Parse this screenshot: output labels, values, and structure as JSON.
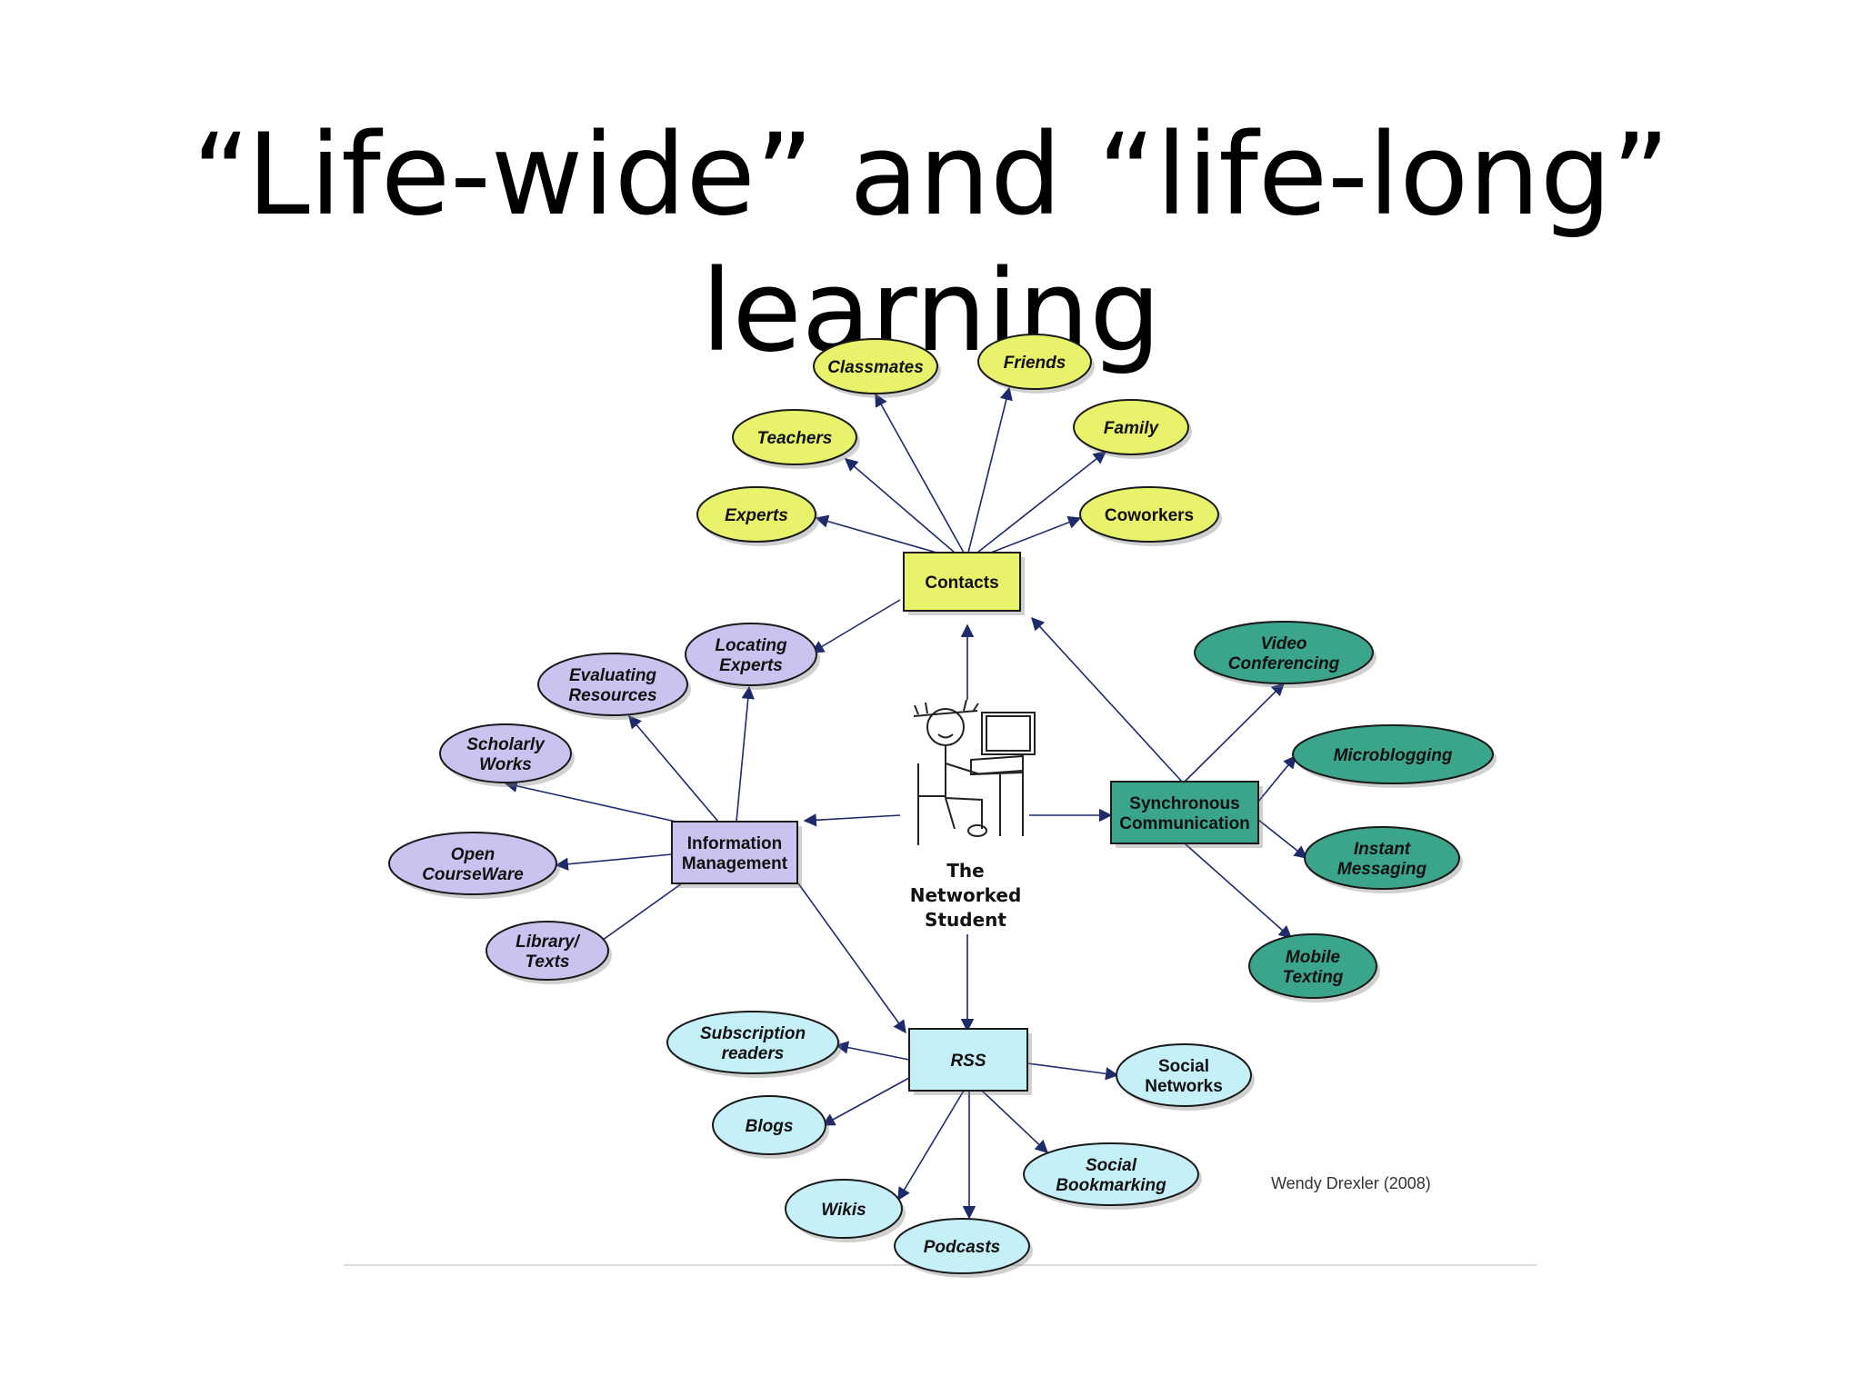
{
  "slide": {
    "title": "“Life-wide” and “life-long” learning"
  },
  "colors": {
    "contacts": "#e8f26b",
    "information": "#c9c4ef",
    "synchronous": "#3aa58a",
    "rss": "#c5f0f7",
    "edge": "#1f2a6b"
  },
  "diagram": {
    "center": {
      "line1": "The",
      "line2": "Networked",
      "line3": "Student"
    },
    "credit": "Wendy Drexler (2008)",
    "hubs": {
      "contacts": {
        "lines": [
          "Contacts"
        ]
      },
      "information": {
        "lines": [
          "Information",
          "Management"
        ]
      },
      "synchronous": {
        "lines": [
          "Synchronous",
          "Communication"
        ]
      },
      "rss": {
        "lines": [
          "RSS"
        ]
      }
    },
    "nodes": {
      "classmates": {
        "lines": [
          "Classmates"
        ]
      },
      "friends": {
        "lines": [
          "Friends"
        ]
      },
      "teachers": {
        "lines": [
          "Teachers"
        ]
      },
      "family": {
        "lines": [
          "Family"
        ]
      },
      "experts": {
        "lines": [
          "Experts"
        ]
      },
      "coworkers": {
        "lines": [
          "Coworkers"
        ]
      },
      "locating_experts": {
        "lines": [
          "Locating",
          "Experts"
        ]
      },
      "evaluating_resources": {
        "lines": [
          "Evaluating",
          "Resources"
        ]
      },
      "scholarly_works": {
        "lines": [
          "Scholarly",
          "Works"
        ]
      },
      "open_courseware": {
        "lines": [
          "Open",
          "CourseWare"
        ]
      },
      "library_texts": {
        "lines": [
          "Library/",
          "Texts"
        ]
      },
      "video_conferencing": {
        "lines": [
          "Video",
          "Conferencing"
        ]
      },
      "microblogging": {
        "lines": [
          "Microblogging"
        ]
      },
      "instant_messaging": {
        "lines": [
          "Instant",
          "Messaging"
        ]
      },
      "mobile_texting": {
        "lines": [
          "Mobile",
          "Texting"
        ]
      },
      "subscription_readers": {
        "lines": [
          "Subscription",
          "readers"
        ]
      },
      "social_networks": {
        "lines": [
          "Social",
          "Networks"
        ]
      },
      "blogs": {
        "lines": [
          "Blogs"
        ]
      },
      "social_bookmarking": {
        "lines": [
          "Social",
          "Bookmarking"
        ]
      },
      "wikis": {
        "lines": [
          "Wikis"
        ]
      },
      "podcasts": {
        "lines": [
          "Podcasts"
        ]
      }
    }
  }
}
